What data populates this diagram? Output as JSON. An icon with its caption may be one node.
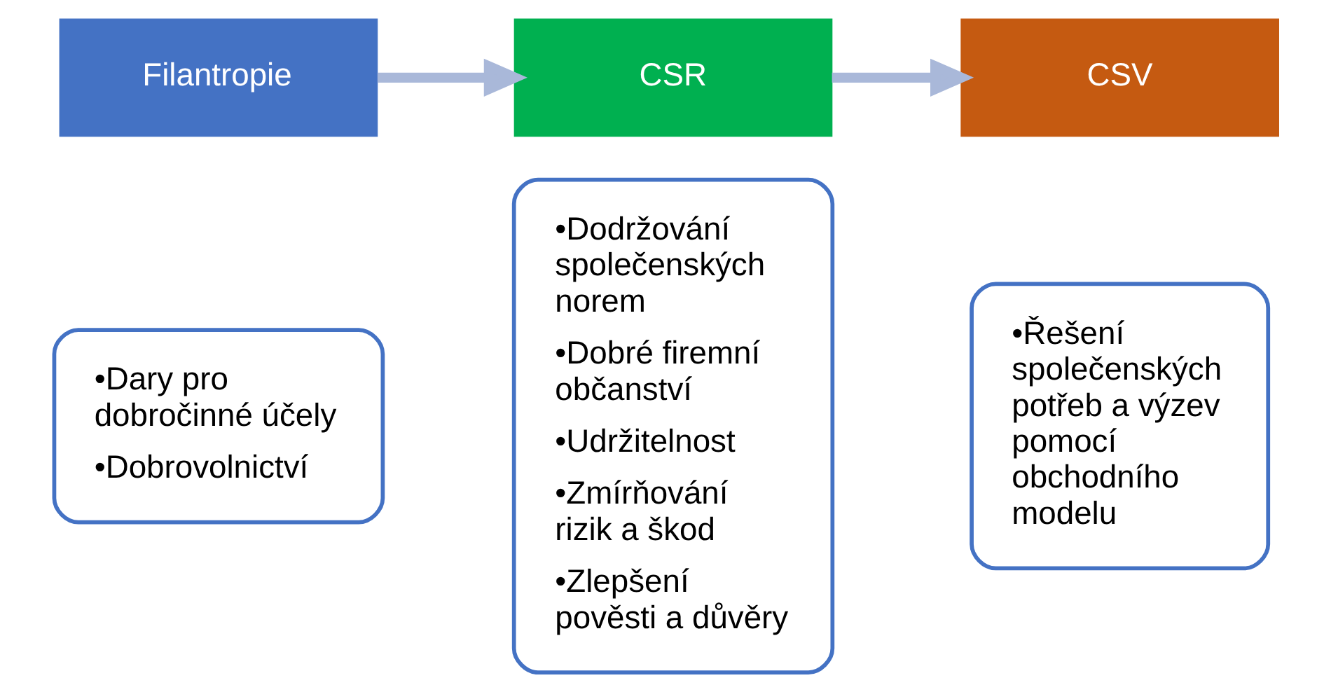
{
  "diagram": {
    "nodes": [
      {
        "text": [
          "Filantropie"
        ]
      },
      {
        "text": [
          "•Dary pro dobročinné účely",
          "•Dobrovolnictví"
        ]
      },
      {
        "text": [
          "CSR"
        ]
      },
      {
        "text": [
          "•Dodržování společenských norem",
          "•Dobré firemní občanství",
          "•Udržitelnost",
          "•Zmírňování rizik a škod",
          "•Zlepšení pověsti a důvěry"
        ]
      },
      {
        "text": [
          "CSV"
        ]
      },
      {
        "text": [
          "•Řešení společenských potřeb a výzev pomocí obchodního modelu"
        ]
      }
    ],
    "edges": [
      {
        "from": 0,
        "to": 2,
        "arrow": "to"
      },
      {
        "from": 2,
        "to": 4,
        "arrow": "to"
      }
    ]
  }
}
